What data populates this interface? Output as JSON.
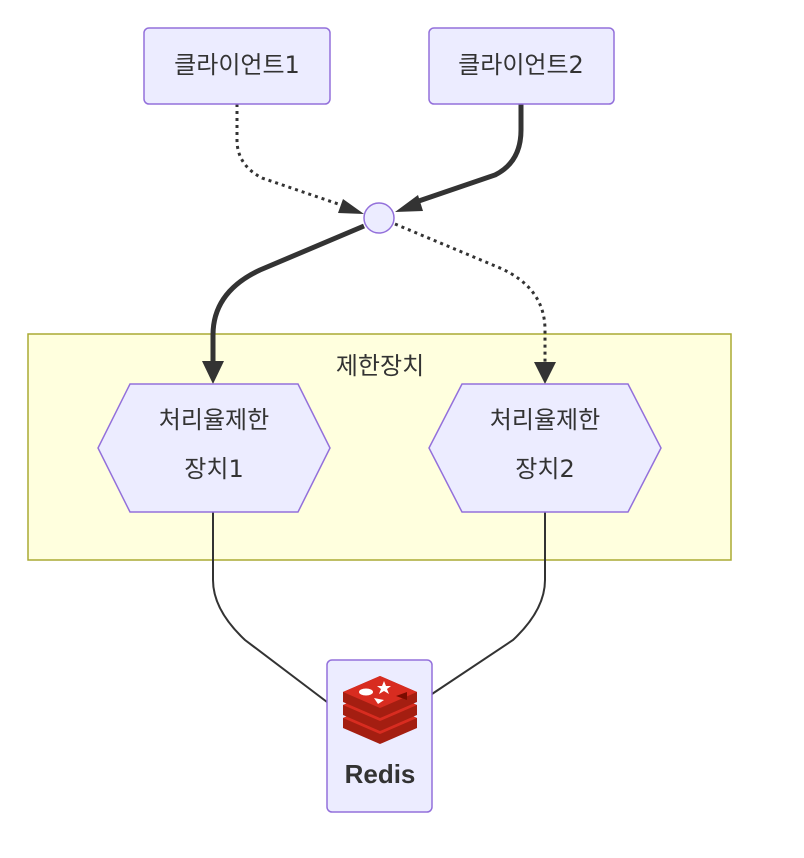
{
  "colors": {
    "node_fill": "#ECECFF",
    "node_border": "#9370DB",
    "subgraph_fill": "#FFFFDE",
    "subgraph_border": "#AAAA33",
    "edge": "#333333",
    "redis_red": "#C6302B"
  },
  "nodes": {
    "client1": "클라이언트1",
    "client2": "클라이언트2",
    "rate_limiter1": {
      "line1": "처리율제한",
      "line2": "장치1"
    },
    "rate_limiter2": {
      "line1": "처리율제한",
      "line2": "장치2"
    },
    "redis": {
      "label": "Redis",
      "icon": "redis-logo-icon"
    }
  },
  "subgraph": {
    "title": "제한장치"
  },
  "edges": [
    {
      "from": "client1",
      "to": "junction",
      "style": "dotted"
    },
    {
      "from": "client2",
      "to": "junction",
      "style": "thick"
    },
    {
      "from": "junction",
      "to": "rate_limiter1",
      "style": "thick"
    },
    {
      "from": "junction",
      "to": "rate_limiter2",
      "style": "dotted"
    },
    {
      "from": "rate_limiter1",
      "to": "redis",
      "style": "normal"
    },
    {
      "from": "rate_limiter2",
      "to": "redis",
      "style": "normal"
    }
  ]
}
